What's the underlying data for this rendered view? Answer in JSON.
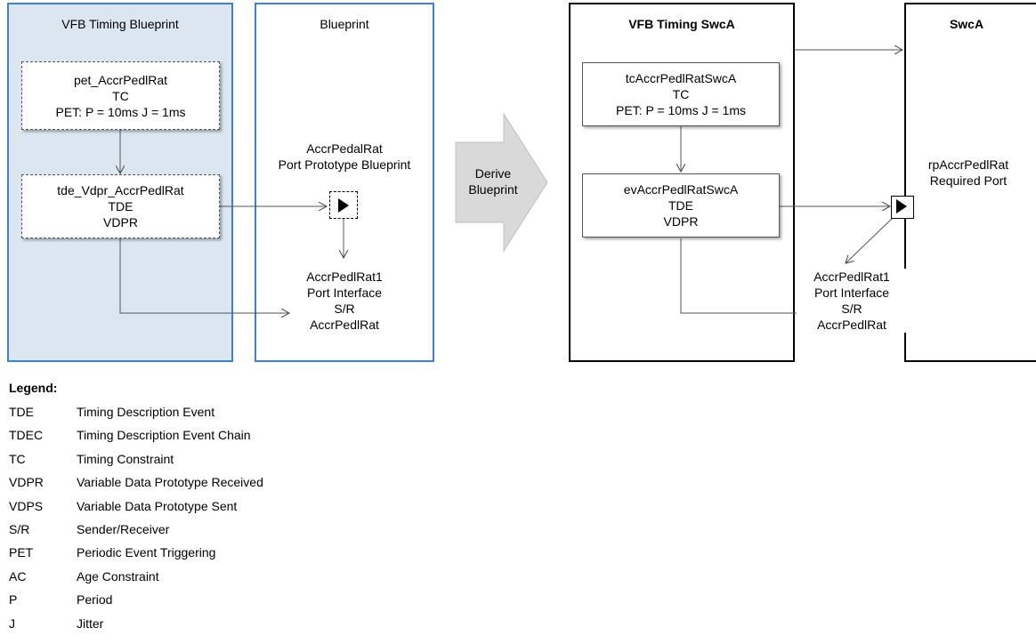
{
  "vfb_timing_blueprint": {
    "title": "VFB Timing Blueprint",
    "pet_node": {
      "line1": "pet_AccrPedlRat",
      "line2": "TC",
      "line3": "PET: P = 10ms J = 1ms"
    },
    "tde_node": {
      "line1": "tde_Vdpr_AccrPedlRat",
      "line2": "TDE",
      "line3": "VDPR"
    }
  },
  "blueprint": {
    "title": "Blueprint",
    "port_label": {
      "line1": "AccrPedalRat",
      "line2": "Port Prototype Blueprint"
    },
    "interface_label": {
      "line1": "AccrPedlRat1",
      "line2": "Port Interface",
      "line3": "S/R",
      "line4": "AccrPedlRat"
    }
  },
  "derive": {
    "line1": "Derive",
    "line2": "Blueprint"
  },
  "vfb_timing_swca": {
    "title": "VFB Timing SwcA",
    "tc_node": {
      "line1": "tcAccrPedlRatSwcA",
      "line2": "TC",
      "line3": "PET: P = 10ms J = 1ms"
    },
    "ev_node": {
      "line1": "evAccrPedlRatSwcA",
      "line2": "TDE",
      "line3": "VDPR"
    }
  },
  "swca": {
    "title": "SwcA",
    "port_label": {
      "line1": "rpAccrPedlRat",
      "line2": "Required Port"
    },
    "interface_label": {
      "line1": "AccrPedlRat1",
      "line2": "Port Interface",
      "line3": "S/R",
      "line4": "AccrPedlRat"
    }
  },
  "legend": {
    "title": "Legend:",
    "items": [
      {
        "abbr": "TDE",
        "desc": "Timing Description Event"
      },
      {
        "abbr": "TDEC",
        "desc": "Timing Description Event Chain"
      },
      {
        "abbr": "TC",
        "desc": "Timing Constraint"
      },
      {
        "abbr": "VDPR",
        "desc": "Variable Data Prototype Received"
      },
      {
        "abbr": "VDPS",
        "desc": "Variable Data Prototype Sent"
      },
      {
        "abbr": "S/R",
        "desc": "Sender/Receiver"
      },
      {
        "abbr": "PET",
        "desc": "Periodic Event Triggering"
      },
      {
        "abbr": "AC",
        "desc": "Age Constraint"
      },
      {
        "abbr": "P",
        "desc": "Period"
      },
      {
        "abbr": "J",
        "desc": "Jitter"
      }
    ]
  },
  "colors": {
    "blue_border": "#3f7fd6",
    "blue_fill": "#dce6f1",
    "arrow_fill": "#d9d9d9"
  }
}
